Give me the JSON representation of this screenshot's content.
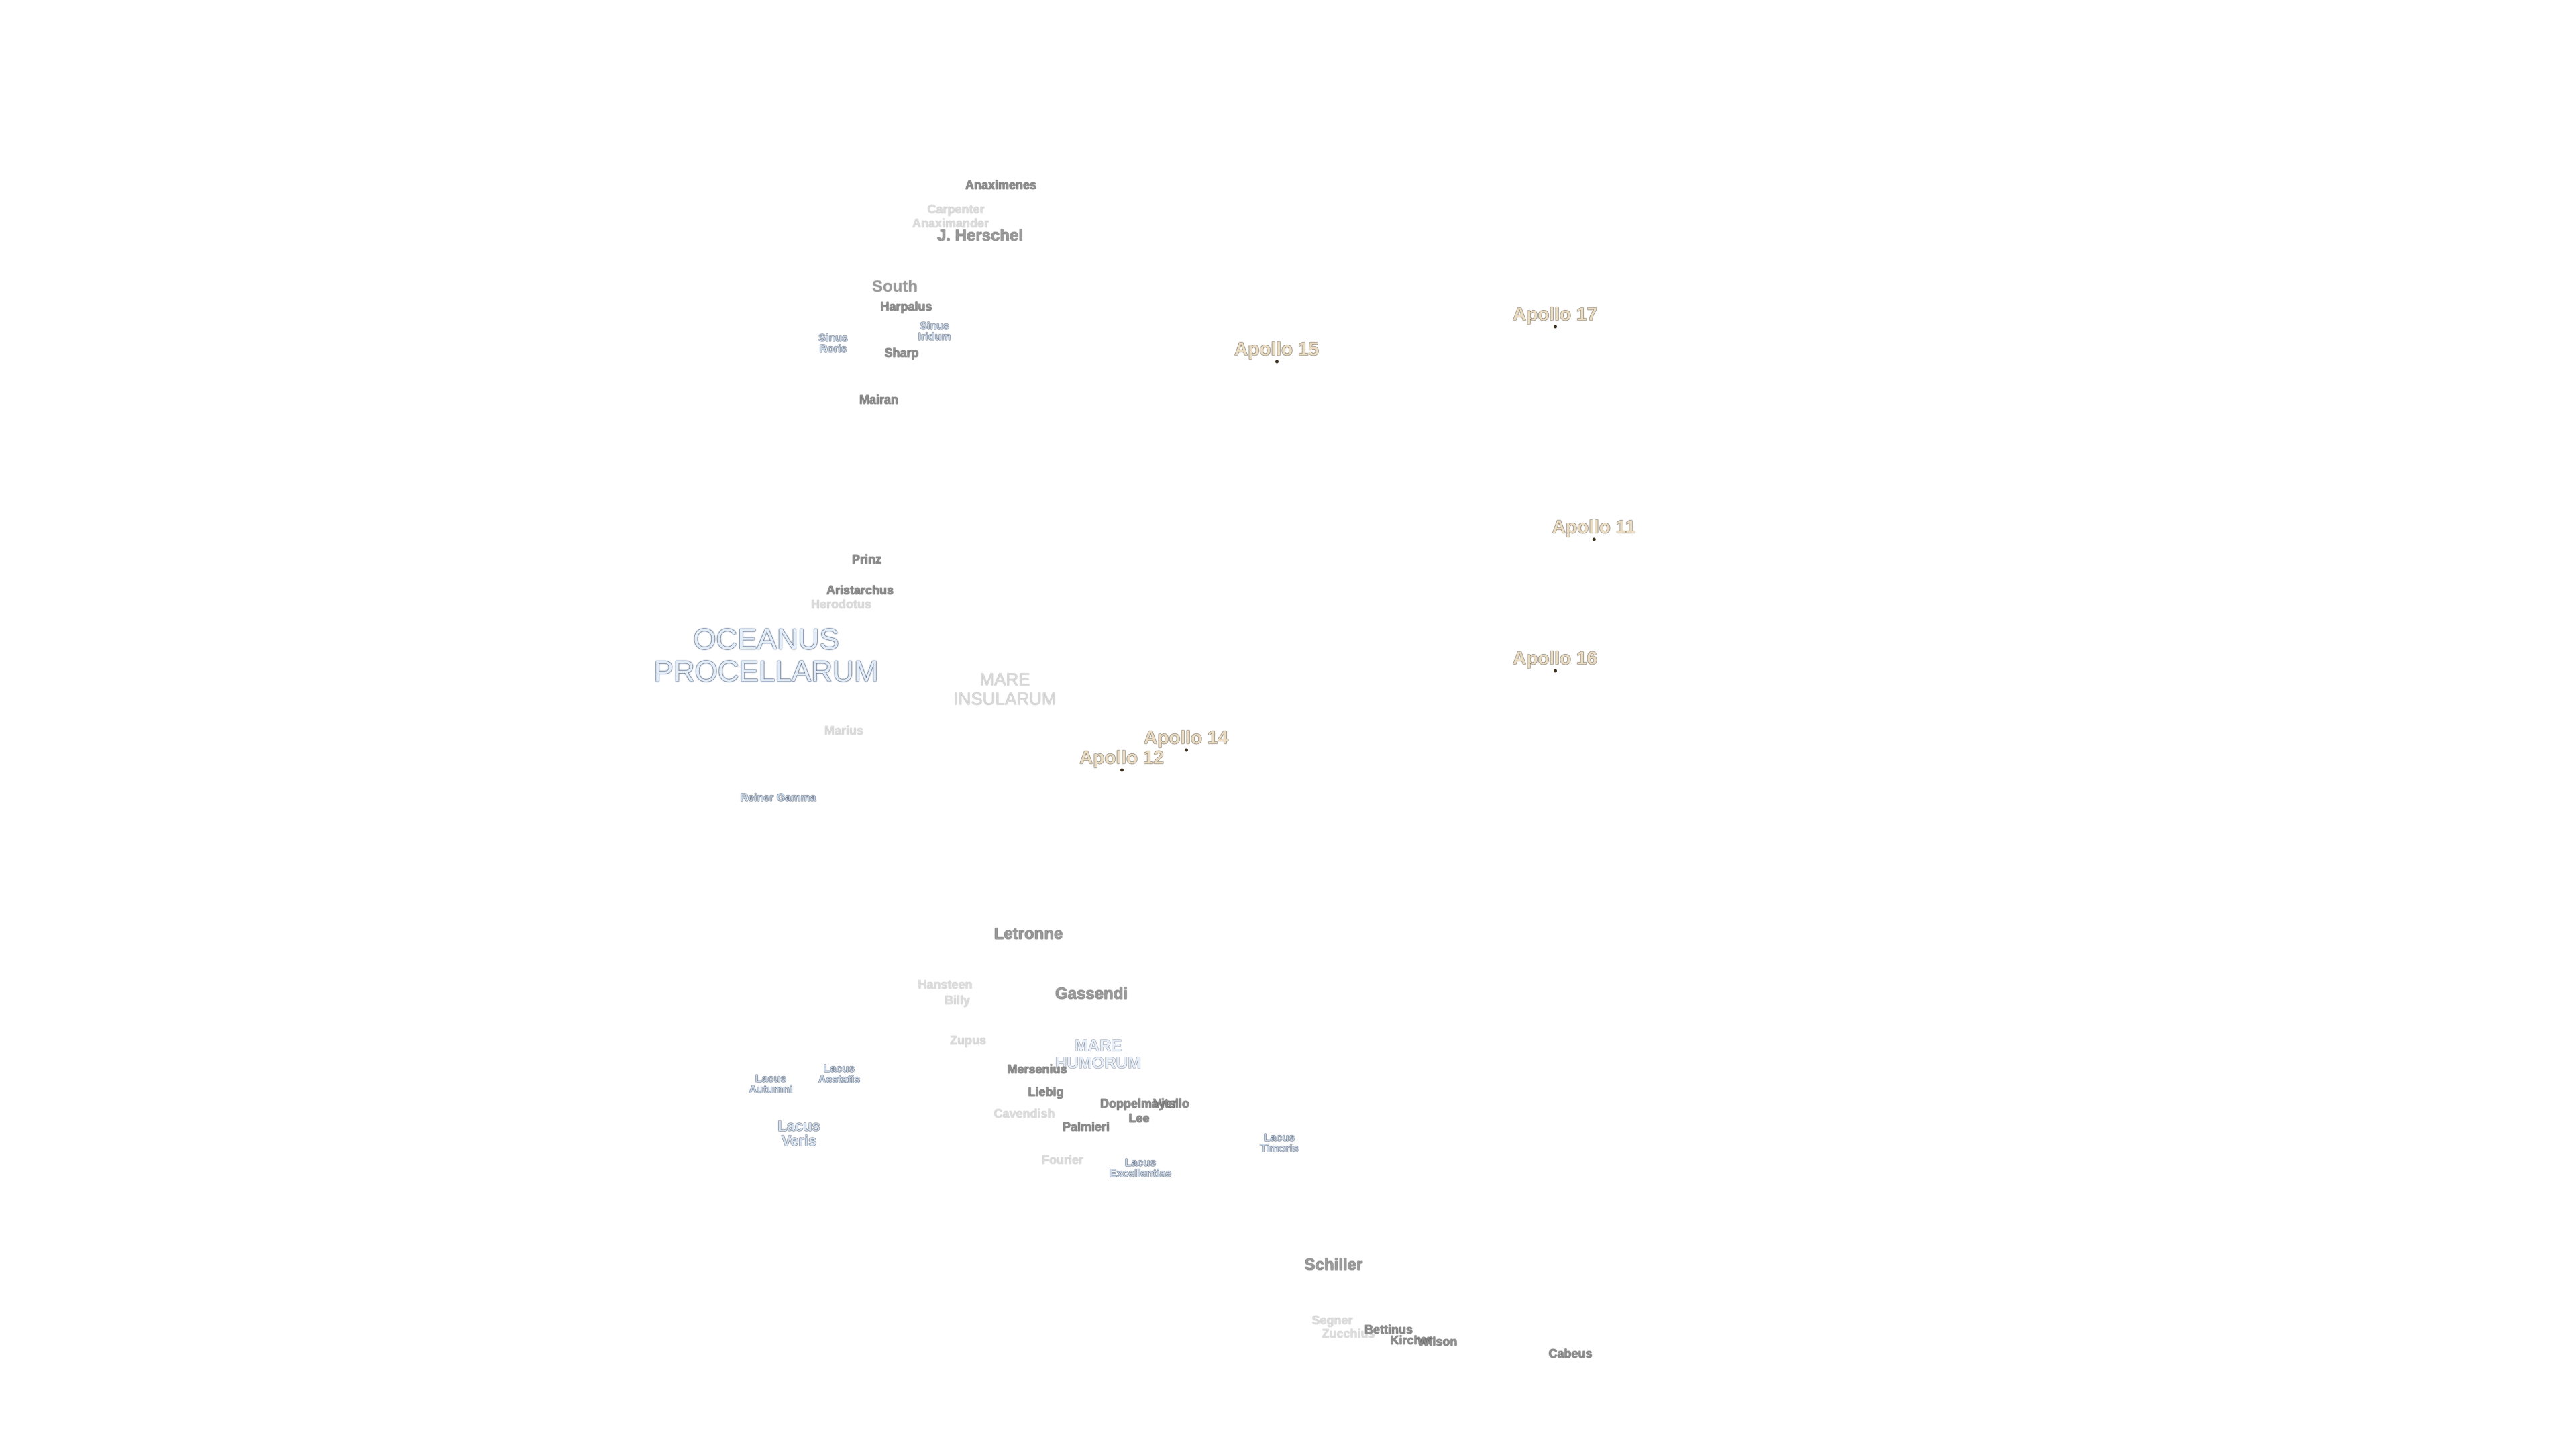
{
  "map": {
    "apollo_sites": [
      {
        "name": "Apollo 17"
      },
      {
        "name": "Apollo 15"
      },
      {
        "name": "Apollo 11"
      },
      {
        "name": "Apollo 16"
      },
      {
        "name": "Apollo 14"
      },
      {
        "name": "Apollo 12"
      }
    ],
    "maria": {
      "oceanus": [
        "OCEANUS",
        "PROCELLARUM"
      ],
      "insularum": [
        "MARE",
        "INSULARUM"
      ],
      "humorum": [
        "MARE",
        "HUMORUM"
      ]
    },
    "lakes": {
      "sinus_roris": [
        "Sinus",
        "Roris"
      ],
      "sinus_iridum": [
        "Sinus",
        "Iridum"
      ],
      "reiner_gamma": "Reiner Gamma",
      "lacus_autumni": [
        "Lacus",
        "Autumni"
      ],
      "lacus_aestatis": [
        "Lacus",
        "Aestatis"
      ],
      "lacus_veris": [
        "Lacus",
        "Veris"
      ],
      "lacus_excellentiae": [
        "Lacus",
        "Excellentiae"
      ],
      "lacus_timoris": [
        "Lacus",
        "Timoris"
      ]
    },
    "craters": {
      "anaximenes": "Anaximenes",
      "carpenter": "Carpenter",
      "anaximander": "Anaximander",
      "j_herschel": "J. Herschel",
      "south": "South",
      "harpalus": "Harpalus",
      "sharp": "Sharp",
      "mairan": "Mairan",
      "prinz": "Prinz",
      "aristarchus": "Aristarchus",
      "herodotus": "Herodotus",
      "marius": "Marius",
      "letronne": "Letronne",
      "hansteen": "Hansteen",
      "billy": "Billy",
      "gassendi": "Gassendi",
      "zupus": "Zupus",
      "mersenius": "Mersenius",
      "liebig": "Liebig",
      "doppelmayer": "Doppelmayer",
      "vitello": "Vitello",
      "lee": "Lee",
      "cavendish": "Cavendish",
      "palmieri": "Palmieri",
      "fourier": "Fourier",
      "schiller": "Schiller",
      "segner": "Segner",
      "zucchius": "Zucchius",
      "bettinus": "Bettinus",
      "kircher": "Kircher",
      "wilson": "Wilson",
      "cabeus": "Cabeus"
    }
  }
}
